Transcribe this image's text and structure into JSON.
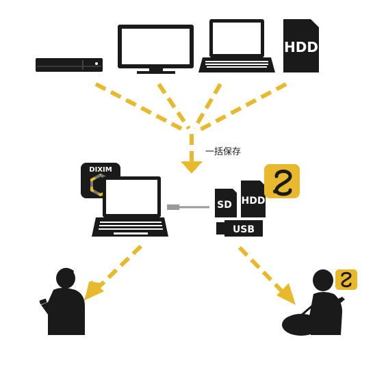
{
  "diagram": {
    "label_bulk_save": "一括保存",
    "devices_top": [
      {
        "name": "recorder-box"
      },
      {
        "name": "tv-monitor"
      },
      {
        "name": "laptop"
      },
      {
        "name": "hdd",
        "text": "HDD"
      }
    ],
    "dixim_app": {
      "text": "DIXIM"
    },
    "storage": {
      "sd": "SD",
      "hdd": "HDD",
      "usb": "USB"
    },
    "colors": {
      "accent": "#E8B92C",
      "dark": "#1a1a1a",
      "gray": "#9a9a9a"
    },
    "icons": [
      "recorder-icon",
      "tv-icon",
      "laptop-icon",
      "hdd-icon",
      "dixim-app-icon",
      "sd-card-icon",
      "usb-drive-icon",
      "share-app-icon",
      "person-phone-icon",
      "person-bag-icon"
    ]
  }
}
